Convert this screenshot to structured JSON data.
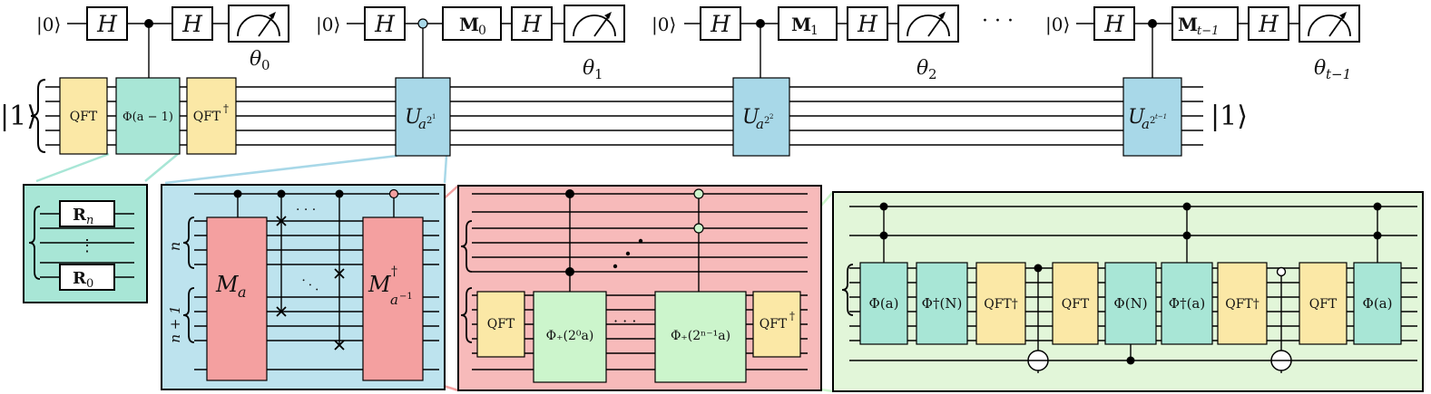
{
  "colors": {
    "qft": "#fbe8a6",
    "phi": "#a8e6d6",
    "unitary": "#a8d8e8",
    "mod_mult": "#f4a0a0",
    "phi_plus": "#ccf5cc",
    "panel_blue": "#bde3ee",
    "panel_red": "#f7baba",
    "panel_green": "#e2f6d9",
    "panel_teal": "#a8e6d6",
    "line_blue": "#a8d8e8",
    "line_red": "#f4a0a0",
    "line_green": "#ccf5cc"
  },
  "top": {
    "ket0": "|0⟩",
    "ket1_in": "|1⟩",
    "ket1_out": "|1⟩",
    "hadamard": "H",
    "measure_icon": "meter-icon",
    "qft": "QFT",
    "qft_dag": "QFT",
    "dagger": "†",
    "phi_gate": "Φ(a − 1)",
    "corrections": [
      {
        "label": "M",
        "sub": "0"
      },
      {
        "label": "M",
        "sub": "1"
      },
      {
        "label": "M",
        "sub": "t−1"
      }
    ],
    "angles": [
      {
        "label": "θ",
        "sub": "0"
      },
      {
        "label": "θ",
        "sub": "1"
      },
      {
        "label": "θ",
        "sub": "2"
      },
      {
        "label": "θ",
        "sub": "t−1"
      }
    ],
    "unitaries": [
      {
        "label": "U",
        "sub": "a",
        "sup": "2",
        "supsup": "1"
      },
      {
        "label": "U",
        "sub": "a",
        "sup": "2",
        "supsup": "2"
      },
      {
        "label": "U",
        "sub": "a",
        "sup": "2",
        "supsup": "t−1"
      }
    ],
    "ellipsis": "· · ·"
  },
  "panel_teal": {
    "r_top": "R",
    "r_top_sub": "n",
    "r_bottom": "R",
    "r_bottom_sub": "0",
    "vdots": "⋮"
  },
  "panel_blue": {
    "brace_n": "n",
    "brace_n1": "n + 1",
    "ma": "M",
    "ma_sub": "a",
    "minv": "M",
    "minv_sup": "†",
    "minv_sub": "a",
    "minv_subsup": "−1",
    "dots": "· · ·",
    "ddots": "· · ·"
  },
  "panel_red": {
    "qft": "QFT",
    "qft_dag": "QFT",
    "dagger": "†",
    "phi_first": "Φ₊(2⁰a)",
    "phi_last": "Φ₊(2ⁿ⁻¹a)",
    "dots": "· · ·"
  },
  "panel_green": {
    "gates": [
      "Φ(a)",
      "Φ†(N)",
      "QFT†",
      "QFT",
      "Φ(N)",
      "Φ†(a)",
      "QFT†",
      "QFT",
      "Φ(a)"
    ]
  }
}
